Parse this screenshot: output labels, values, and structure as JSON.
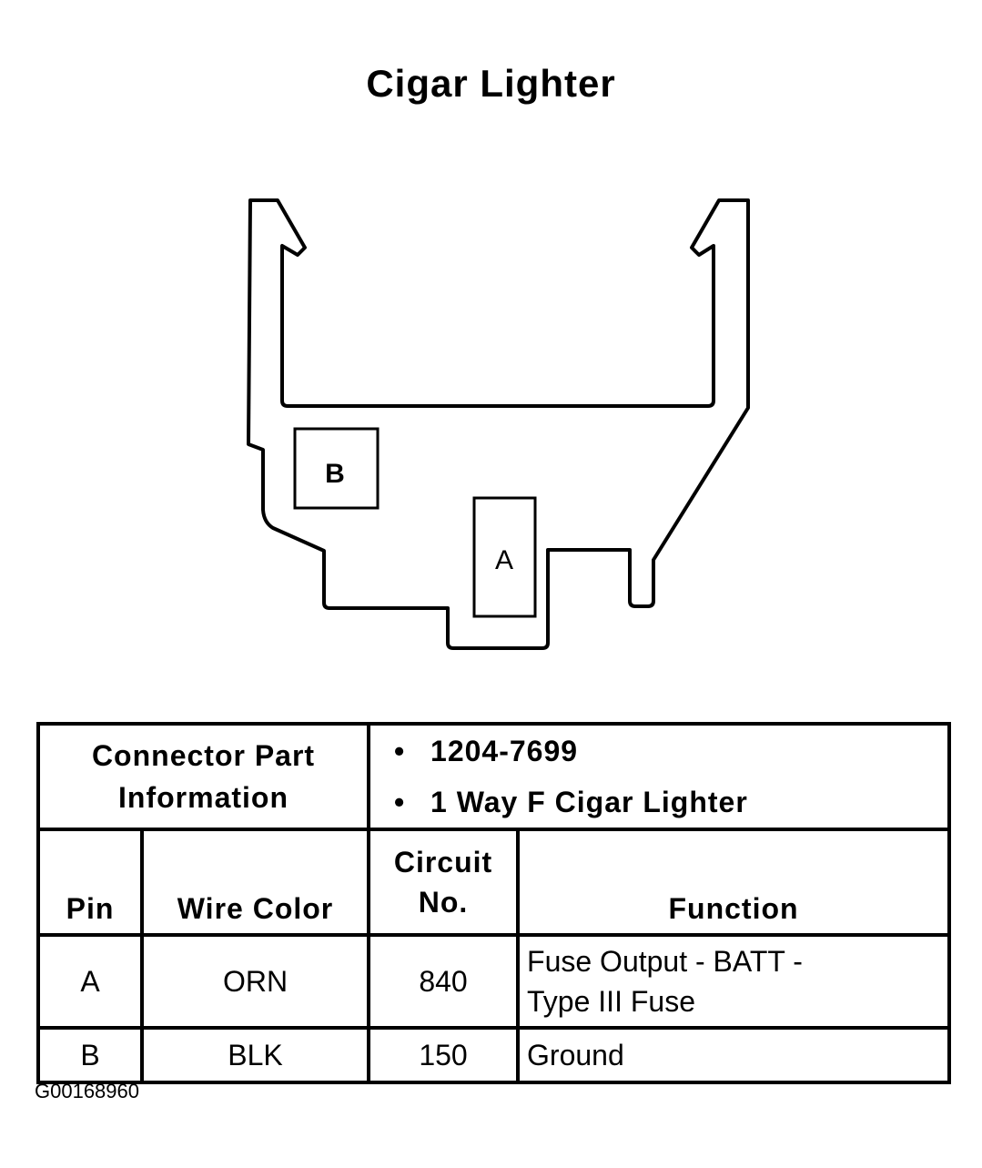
{
  "title": "Cigar Lighter",
  "connector": {
    "pins": [
      {
        "id": "A",
        "label": "A"
      },
      {
        "id": "B",
        "label": "B"
      }
    ]
  },
  "table": {
    "info_label_line1": "Connector Part",
    "info_label_line2": "Information",
    "info_values": [
      "1204-7699",
      "1 Way F Cigar Lighter"
    ],
    "headers": {
      "pin": "Pin",
      "wire_color": "Wire Color",
      "circuit_line1": "Circuit",
      "circuit_line2": "No.",
      "function": "Function"
    },
    "rows": [
      {
        "pin": "A",
        "wire_color": "ORN",
        "circuit": "840",
        "function_line1": "Fuse Output - BATT -",
        "function_line2": "Type III Fuse"
      },
      {
        "pin": "B",
        "wire_color": "BLK",
        "circuit": "150",
        "function_line1": "Ground",
        "function_line2": ""
      }
    ]
  },
  "figure_code": "G00168960"
}
